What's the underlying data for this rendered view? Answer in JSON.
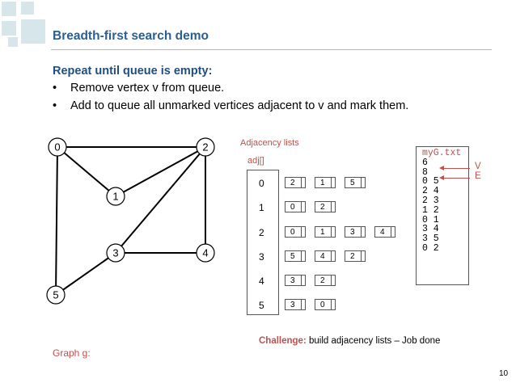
{
  "slide": {
    "title": "Breadth-first search demo",
    "page_number": "10"
  },
  "content": {
    "heading": "Repeat until queue is empty:",
    "bullets": [
      "Remove vertex v from queue.",
      "Add to queue all unmarked vertices adjacent to v and mark them."
    ]
  },
  "graph": {
    "nodes": [
      "0",
      "1",
      "2",
      "3",
      "4",
      "5"
    ],
    "edges": [
      [
        "0",
        "2"
      ],
      [
        "0",
        "1"
      ],
      [
        "0",
        "5"
      ],
      [
        "1",
        "2"
      ],
      [
        "2",
        "3"
      ],
      [
        "2",
        "4"
      ],
      [
        "3",
        "4"
      ],
      [
        "3",
        "5"
      ]
    ],
    "caption": "Graph g:"
  },
  "adjacency": {
    "title": "Adjacency lists",
    "array_label": "adj[]",
    "indices": [
      "0",
      "1",
      "2",
      "3",
      "4",
      "5"
    ],
    "lists": [
      [
        "2",
        "1",
        "5"
      ],
      [
        "0",
        "2"
      ],
      [
        "0",
        "1",
        "3",
        "4"
      ],
      [
        "5",
        "4",
        "2"
      ],
      [
        "3",
        "2"
      ],
      [
        "3",
        "0"
      ]
    ]
  },
  "file": {
    "name": "myG.txt",
    "lines": [
      "6",
      "8",
      "0 5",
      "2 4",
      "2 3",
      "1 2",
      "0 1",
      "3 4",
      "3 5",
      "0 2"
    ],
    "v_label": "V",
    "e_label": "E"
  },
  "challenge": {
    "label": "Challenge:",
    "text": "build adjacency lists – Job done"
  },
  "colors": {
    "title": "#2b5e91",
    "accent_red": "#c0504d",
    "decor_squares": "#d7e6ea"
  }
}
